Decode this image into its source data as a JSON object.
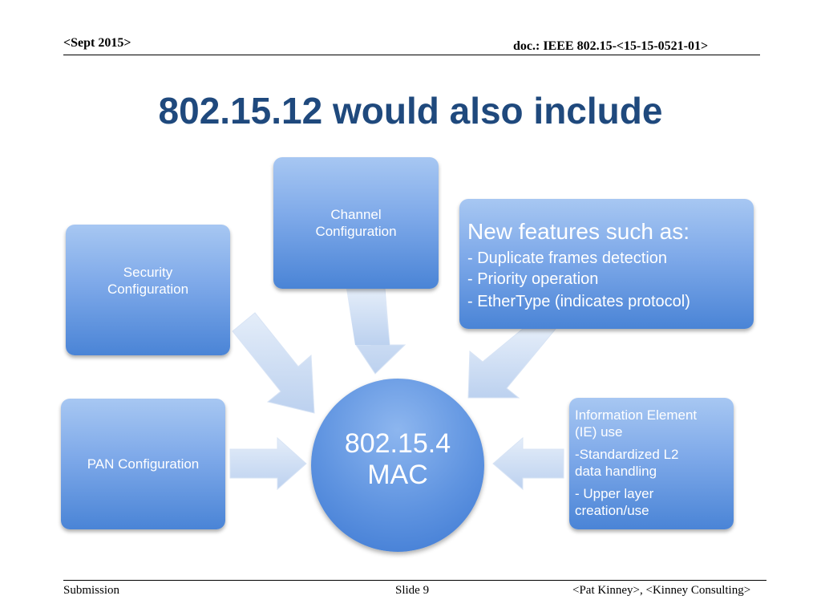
{
  "header": {
    "date": "<Sept 2015>",
    "doc": "doc.: IEEE 802.15-<15-15-0521-01>"
  },
  "title": "802.15.12 would also include",
  "diagram": {
    "center": {
      "line1": "802.15.4",
      "line2": "MAC"
    },
    "channel": {
      "line1": "Channel",
      "line2": "Configuration"
    },
    "security": {
      "line1": "Security",
      "line2": "Configuration"
    },
    "pan": {
      "label": "PAN Configuration"
    },
    "new_features": {
      "heading": "New features such as:",
      "items": [
        "- Duplicate frames detection",
        "-  Priority operation",
        "-  EtherType (indicates protocol)"
      ]
    },
    "information_element": {
      "lines": [
        "Information Element",
        "(IE) use",
        "-Standardized L2",
        "data handling",
        "- Upper layer",
        "creation/use"
      ]
    }
  },
  "footer": {
    "left": "Submission",
    "slide": "Slide 9",
    "right": "<Pat Kinney>, <Kinney Consulting>"
  },
  "colors": {
    "title": "#1f497d",
    "box_light": "#a7c7f2",
    "box_dark": "#4a84d6",
    "arrow": "#c9daf2"
  }
}
